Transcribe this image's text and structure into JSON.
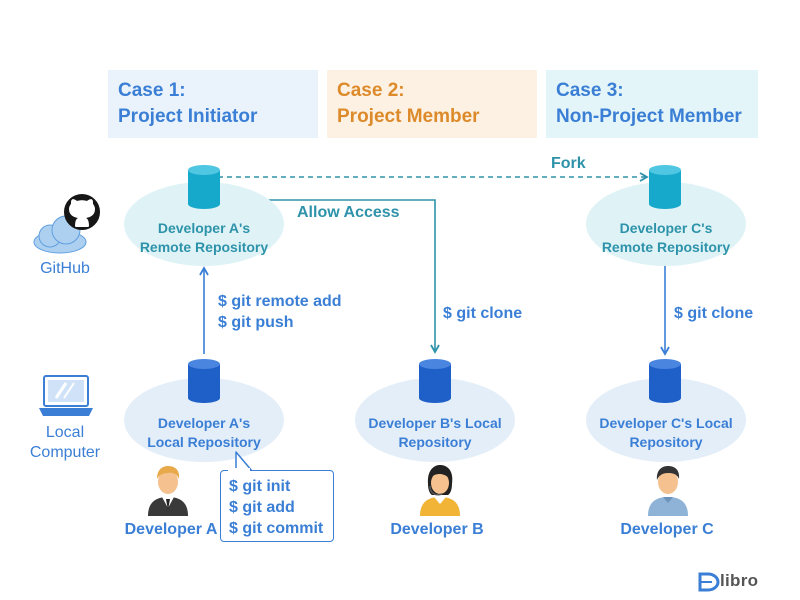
{
  "cases": [
    {
      "line1": "Case 1:",
      "line2": "Project Initiator"
    },
    {
      "line1": "Case 2:",
      "line2": "Project Member"
    },
    {
      "line1": "Case 3:",
      "line2": "Non-Project Member"
    }
  ],
  "side": {
    "github": "GitHub",
    "local_line1": "Local",
    "local_line2": "Computer"
  },
  "repos": {
    "remote_a": {
      "line1": "Developer A's",
      "line2": "Remote Repository"
    },
    "remote_c": {
      "line1": "Developer C's",
      "line2": "Remote Repository"
    },
    "local_a": {
      "line1": "Developer A's",
      "line2": "Local Repository"
    },
    "local_b": {
      "line1": "Developer B's Local",
      "line2": "Repository"
    },
    "local_c": {
      "line1": "Developer C's Local",
      "line2": "Repository"
    }
  },
  "edges": {
    "fork": "Fork",
    "allow_access": "Allow Access",
    "remote_add": "$ git remote add",
    "push": "$ git push",
    "clone_b": "$ git clone",
    "clone_c": "$ git clone"
  },
  "bubble": {
    "init": "$ git init",
    "add": "$ git add",
    "commit": "$ git commit"
  },
  "developers": {
    "a": "Developer A",
    "b": "Developer B",
    "c": "Developer C"
  },
  "logo": {
    "text": "libro"
  },
  "colors": {
    "blue": "#3a7fd5",
    "teal": "#2e93aa",
    "orange": "#dd8a2a",
    "db_blue": "#1f5fc8",
    "db_teal": "#16a9cc"
  }
}
